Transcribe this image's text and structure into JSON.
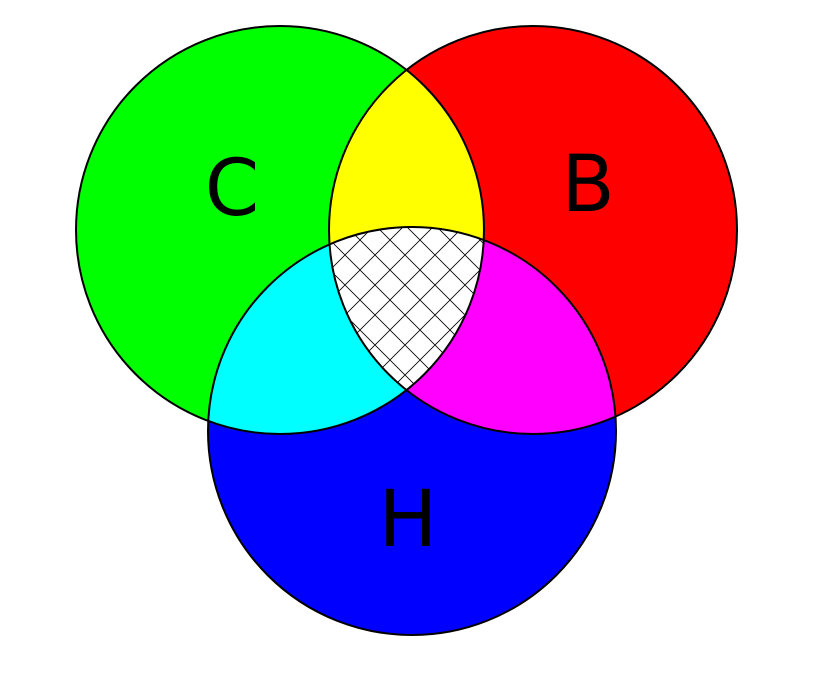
{
  "sets": {
    "c": {
      "label": "C",
      "color": "#00ff00"
    },
    "b": {
      "label": "B",
      "color": "#ff0000"
    },
    "h": {
      "label": "H",
      "color": "#0000ff"
    }
  },
  "overlaps": {
    "c_b": {
      "color": "#ffff00"
    },
    "c_h": {
      "color": "#00ffff"
    },
    "b_h": {
      "color": "#ff00ff"
    },
    "c_b_h": {
      "color": "#ffffff",
      "pattern": "crosshatch"
    }
  },
  "outline_color": "#000000"
}
